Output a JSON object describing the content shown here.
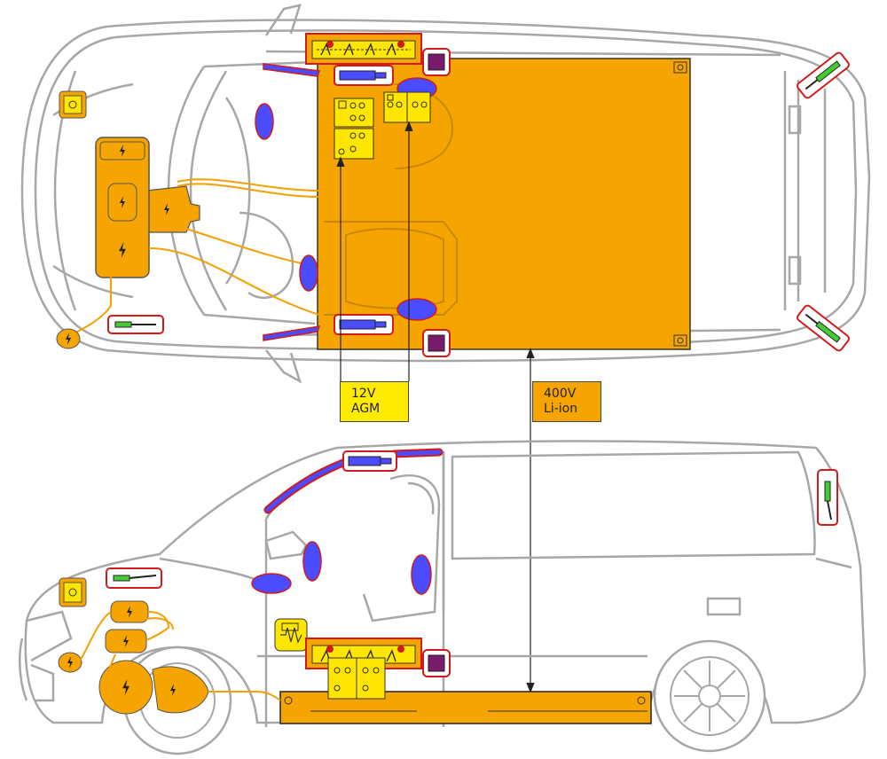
{
  "labels": {
    "battery_12v": {
      "line1": "12V",
      "line2": "AGM"
    },
    "battery_400v": {
      "line1": "400V",
      "line2": "Li-ion"
    }
  },
  "colors": {
    "outline": "#a7a7a7",
    "hv_orange": "#f6a500",
    "cable_orange": "#f3a000",
    "lv_yellow": "#ffe600",
    "airbag_blue": "#4b4bff",
    "strut_green": "#44cc33",
    "marker_red": "#d21a1a",
    "control_purple": "#7a1a6c"
  },
  "icons": [
    "high-voltage-icon",
    "airbag-icon",
    "gas-strut-icon",
    "pyrotechnic-tensioner-icon",
    "control-unit-icon",
    "fuse-icon",
    "battery-12v-icon",
    "hv-battery-icon"
  ]
}
